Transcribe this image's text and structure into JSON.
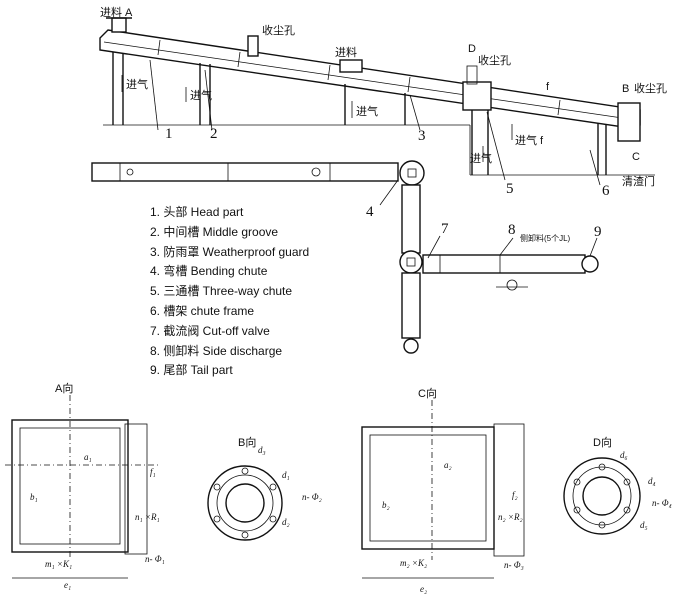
{
  "labels": {
    "feed_a": "进料 A",
    "feed_2": "进料",
    "dust_hole_1": "收尘孔",
    "dust_hole_d": "收尘孔",
    "dust_hole_b": "收尘孔",
    "letter_d": "D",
    "letter_b": "B",
    "letter_c": "C",
    "intake_1": "进气",
    "intake_2": "进气",
    "intake_3": "进气",
    "intake_4": "进气",
    "intake_5": "进气",
    "f_upper": "f",
    "f_lower": "f",
    "clean_door": "清渣门",
    "side_discharge_note": "侧卸料(5个JL)"
  },
  "callouts": [
    "1",
    "2",
    "3",
    "4",
    "5",
    "6",
    "7",
    "8",
    "9"
  ],
  "legend": [
    "1.  头部  Head part",
    "2. 中间槽  Middle groove",
    "3. 防雨罩  Weatherproof guard",
    "4. 弯槽  Bending chute",
    "5. 三通槽  Three-way chute",
    "6. 槽架  chute frame",
    "7. 截流阀  Cut-off valve",
    "8. 侧卸料  Side discharge",
    "9. 尾部  Tail part"
  ],
  "views": {
    "a": {
      "title": "A向",
      "a": "a₁",
      "b": "b₁",
      "m": "m₁ ×K₁",
      "n": "n₁ ×R₁",
      "e": "e₁",
      "f": "f₁",
      "phi": "n- Φ₁"
    },
    "b": {
      "title": "B向",
      "d3": "d₃",
      "d1": "d₁",
      "d2": "d₂",
      "phi": "n- Φ₂"
    },
    "c": {
      "title": "C向",
      "a": "a₂",
      "b": "b₂",
      "m": "m₂ ×K₂",
      "n": "n₂ ×R₂",
      "e": "e₂",
      "f": "f₂",
      "phi": "n- Φ₃"
    },
    "d": {
      "title": "D向",
      "d6": "d₆",
      "d4": "d₄",
      "d5": "d₅",
      "phi": "n- Φ₄"
    }
  }
}
